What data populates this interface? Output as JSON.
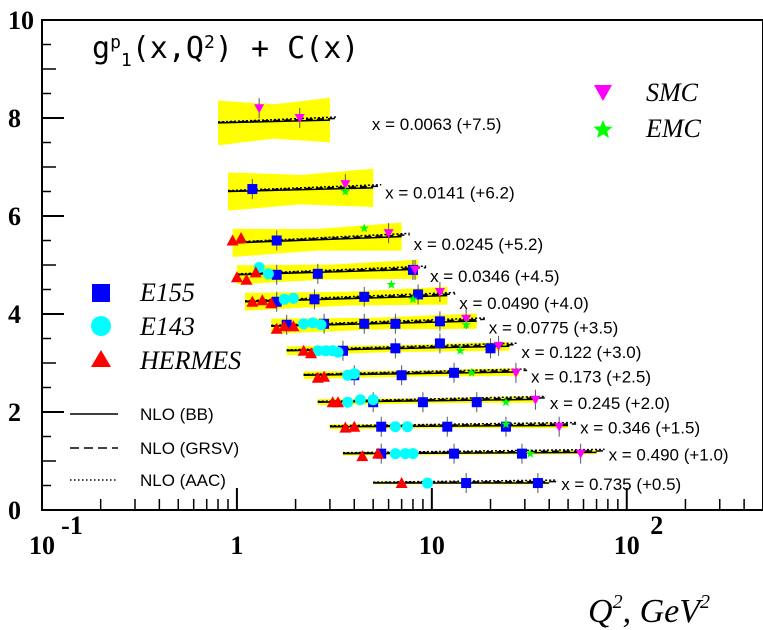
{
  "chart_data": {
    "type": "scatter",
    "title": "g_1^p(x,Q^2) + C(x)",
    "xlabel": "Q^2, GeV^2",
    "x_scale": "log",
    "xlim": [
      0.1,
      500
    ],
    "ylim": [
      0,
      10
    ],
    "x_ticks": [
      {
        "base": "10",
        "exp": "-1"
      },
      {
        "base": "1",
        "exp": ""
      },
      {
        "base": "10",
        "exp": ""
      },
      {
        "base": "10",
        "exp": "2"
      }
    ],
    "y_ticks": [
      "0",
      "2",
      "4",
      "6",
      "8",
      "10"
    ],
    "legend_right": [
      "SMC",
      "EMC"
    ],
    "legend_left": [
      "E155",
      "E143",
      "HERMES"
    ],
    "legend_lines": [
      "NLO (BB)",
      "NLO (GRSV)",
      "NLO (AAC)"
    ],
    "colors": {
      "E155": "#0000ff",
      "E143": "#00ffff",
      "HERMES": "#ff0000",
      "SMC": "#ff00ff",
      "EMC": "#00ff00",
      "band": "#ffff00",
      "curve": "#000000"
    },
    "bins": [
      {
        "label": "x = 0.0063 (+7.5)",
        "y0": 7.9,
        "slope": 0.1,
        "q2": [
          0.8,
          3.0
        ],
        "band": 0.35,
        "E155": [],
        "E143": [],
        "HERMES": [],
        "SMC": [
          [
            1.3,
            8.2
          ],
          [
            2.1,
            8.0
          ]
        ],
        "EMC": []
      },
      {
        "label": "x = 0.0141 (+6.2)",
        "y0": 6.5,
        "slope": 0.1,
        "q2": [
          0.9,
          5.0
        ],
        "band": 0.3,
        "E155": [
          [
            1.2,
            6.55
          ]
        ],
        "E143": [],
        "HERMES": [],
        "SMC": [
          [
            3.6,
            6.65
          ]
        ],
        "EMC": [
          [
            3.6,
            6.5
          ]
        ]
      },
      {
        "label": "x = 0.0245 (+5.2)",
        "y0": 5.45,
        "slope": 0.15,
        "q2": [
          0.95,
          7.0
        ],
        "band": 0.22,
        "E155": [
          [
            1.6,
            5.5
          ]
        ],
        "E143": [],
        "HERMES": [
          [
            0.95,
            5.5
          ],
          [
            1.05,
            5.55
          ]
        ],
        "SMC": [
          [
            6.0,
            5.65
          ]
        ],
        "EMC": [
          [
            4.5,
            5.75
          ]
        ]
      },
      {
        "label": "x = 0.0346 (+4.5)",
        "y0": 4.8,
        "slope": 0.12,
        "q2": [
          1.0,
          8.5
        ],
        "band": 0.15,
        "E155": [
          [
            1.6,
            4.8
          ],
          [
            2.6,
            4.82
          ],
          [
            8.0,
            4.9
          ]
        ],
        "E143": [
          [
            1.3,
            4.95
          ],
          [
            1.45,
            4.82
          ]
        ],
        "HERMES": [
          [
            1.0,
            4.75
          ],
          [
            1.12,
            4.7
          ],
          [
            1.25,
            4.85
          ]
        ],
        "SMC": [
          [
            8.2,
            4.9
          ]
        ],
        "EMC": [
          [
            6.2,
            4.6
          ]
        ]
      },
      {
        "label": "x = 0.0490 (+4.0)",
        "y0": 4.25,
        "slope": 0.12,
        "q2": [
          1.1,
          12.0
        ],
        "band": 0.14,
        "E155": [
          [
            1.6,
            4.25
          ],
          [
            2.5,
            4.3
          ],
          [
            4.5,
            4.35
          ],
          [
            8.5,
            4.4
          ]
        ],
        "E143": [
          [
            1.75,
            4.3
          ],
          [
            1.95,
            4.32
          ]
        ],
        "HERMES": [
          [
            1.2,
            4.25
          ],
          [
            1.35,
            4.28
          ],
          [
            1.5,
            4.22
          ]
        ],
        "SMC": [
          [
            11.0,
            4.45
          ]
        ],
        "EMC": [
          [
            8.0,
            4.3
          ]
        ]
      },
      {
        "label": "x = 0.0775 (+3.5)",
        "y0": 3.75,
        "slope": 0.1,
        "q2": [
          1.5,
          17.0
        ],
        "band": 0.12,
        "E155": [
          [
            1.8,
            3.78
          ],
          [
            2.8,
            3.8
          ],
          [
            4.5,
            3.8
          ],
          [
            6.5,
            3.8
          ],
          [
            11.0,
            3.85
          ]
        ],
        "E143": [
          [
            2.2,
            3.8
          ],
          [
            2.45,
            3.82
          ],
          [
            2.7,
            3.78
          ]
        ],
        "HERMES": [
          [
            1.6,
            3.7
          ],
          [
            1.75,
            3.75
          ],
          [
            1.95,
            3.75
          ]
        ],
        "SMC": [
          [
            15.0,
            3.9
          ]
        ],
        "EMC": [
          [
            15.0,
            3.78
          ]
        ]
      },
      {
        "label": "x = 0.122 (+3.0)",
        "y0": 3.25,
        "slope": 0.08,
        "q2": [
          1.8,
          25.0
        ],
        "band": 0.07,
        "E155": [
          [
            3.5,
            3.25
          ],
          [
            6.5,
            3.3
          ],
          [
            11.0,
            3.4
          ],
          [
            20.0,
            3.3
          ]
        ],
        "E143": [
          [
            2.6,
            3.25
          ],
          [
            2.85,
            3.25
          ],
          [
            3.1,
            3.25
          ],
          [
            3.3,
            3.22
          ]
        ],
        "HERMES": [
          [
            2.2,
            3.25
          ],
          [
            2.4,
            3.2
          ]
        ],
        "SMC": [
          [
            22.0,
            3.35
          ]
        ],
        "EMC": [
          [
            14.0,
            3.25
          ]
        ]
      },
      {
        "label": "x = 0.173 (+2.5)",
        "y0": 2.75,
        "slope": 0.06,
        "q2": [
          2.2,
          28.0
        ],
        "band": 0.06,
        "E155": [
          [
            4.0,
            2.75
          ],
          [
            7.0,
            2.75
          ],
          [
            13.0,
            2.8
          ]
        ],
        "E143": [
          [
            3.7,
            2.75
          ],
          [
            4.0,
            2.78
          ]
        ],
        "HERMES": [
          [
            2.6,
            2.7
          ],
          [
            2.8,
            2.72
          ]
        ],
        "SMC": [
          [
            27.0,
            2.8
          ]
        ],
        "EMC": [
          [
            16.0,
            2.8
          ]
        ]
      },
      {
        "label": "x = 0.245 (+2.0)",
        "y0": 2.2,
        "slope": 0.05,
        "q2": [
          2.6,
          35.0
        ],
        "band": 0.05,
        "E155": [
          [
            5.0,
            2.2
          ],
          [
            9.0,
            2.2
          ],
          [
            17.0,
            2.2
          ]
        ],
        "E143": [
          [
            3.7,
            2.2
          ],
          [
            4.3,
            2.25
          ],
          [
            5.0,
            2.25
          ]
        ],
        "HERMES": [
          [
            3.1,
            2.2
          ],
          [
            3.3,
            2.2
          ]
        ],
        "SMC": [
          [
            34.0,
            2.25
          ]
        ],
        "EMC": [
          [
            24.0,
            2.2
          ]
        ]
      },
      {
        "label": "x = 0.346 (+1.5)",
        "y0": 1.7,
        "slope": 0.02,
        "q2": [
          3.0,
          50.0
        ],
        "band": 0.04,
        "E155": [
          [
            5.5,
            1.7
          ],
          [
            12.0,
            1.7
          ],
          [
            24.0,
            1.7
          ]
        ],
        "E143": [
          [
            6.5,
            1.7
          ],
          [
            7.5,
            1.7
          ]
        ],
        "HERMES": [
          [
            3.6,
            1.68
          ],
          [
            4.0,
            1.7
          ]
        ],
        "SMC": [
          [
            45.0,
            1.7
          ]
        ],
        "EMC": [
          [
            24.0,
            1.75
          ]
        ]
      },
      {
        "label": "x = 0.490 (+1.0)",
        "y0": 1.15,
        "slope": 0.02,
        "q2": [
          3.5,
          70.0
        ],
        "band": 0.03,
        "E155": [
          [
            5.5,
            1.15
          ],
          [
            13.0,
            1.15
          ],
          [
            29.0,
            1.15
          ]
        ],
        "E143": [
          [
            6.5,
            1.15
          ],
          [
            7.3,
            1.15
          ],
          [
            8.0,
            1.15
          ]
        ],
        "HERMES": [
          [
            4.4,
            1.1
          ],
          [
            5.3,
            1.15
          ]
        ],
        "SMC": [
          [
            58.0,
            1.15
          ]
        ],
        "EMC": [
          [
            32.0,
            1.15
          ]
        ]
      },
      {
        "label": "x = 0.735 (+0.5)",
        "y0": 0.55,
        "slope": 0.0,
        "q2": [
          5.0,
          40.0
        ],
        "band": 0.02,
        "E155": [
          [
            15.0,
            0.55
          ],
          [
            35.0,
            0.55
          ]
        ],
        "E143": [
          [
            9.5,
            0.55
          ]
        ],
        "HERMES": [
          [
            7.0,
            0.55
          ]
        ],
        "SMC": [],
        "EMC": []
      }
    ]
  }
}
